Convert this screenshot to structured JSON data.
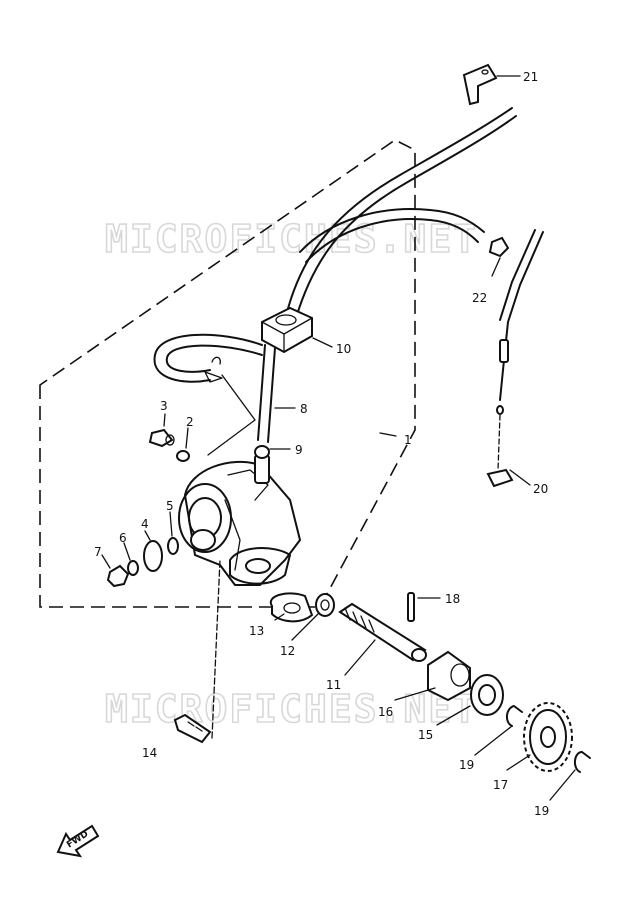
{
  "watermark": {
    "text": "MICROFICHES.NET"
  },
  "fwd_label": "FWD",
  "parts": [
    {
      "id": "1",
      "label": "1"
    },
    {
      "id": "2",
      "label": "2"
    },
    {
      "id": "3",
      "label": "3"
    },
    {
      "id": "4",
      "label": "4"
    },
    {
      "id": "5",
      "label": "5"
    },
    {
      "id": "6",
      "label": "6"
    },
    {
      "id": "7",
      "label": "7"
    },
    {
      "id": "8",
      "label": "8"
    },
    {
      "id": "9",
      "label": "9"
    },
    {
      "id": "10",
      "label": "10"
    },
    {
      "id": "11",
      "label": "11"
    },
    {
      "id": "12",
      "label": "12"
    },
    {
      "id": "13",
      "label": "13"
    },
    {
      "id": "14",
      "label": "14"
    },
    {
      "id": "15",
      "label": "15"
    },
    {
      "id": "16",
      "label": "16"
    },
    {
      "id": "17",
      "label": "17"
    },
    {
      "id": "18",
      "label": "18"
    },
    {
      "id": "19",
      "label": "19"
    },
    {
      "id": "19b",
      "label": "19"
    },
    {
      "id": "20",
      "label": "20"
    },
    {
      "id": "21",
      "label": "21"
    },
    {
      "id": "22",
      "label": "22"
    }
  ]
}
